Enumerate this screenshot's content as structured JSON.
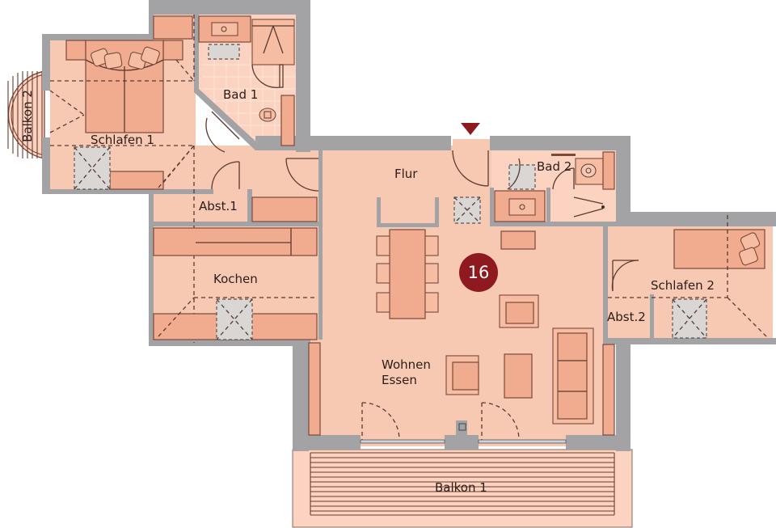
{
  "plan": {
    "unit_number": "16",
    "entrance_marker": "entrance-arrow",
    "colors": {
      "floor": "#f8c9b2",
      "wall": "#a3a3a5",
      "furniture": "#f1ab8f",
      "badge": "#8e1a1f",
      "shaft": "#d9d6d4"
    }
  },
  "rooms": {
    "schlafen1": "Schlafen 1",
    "bad1": "Bad 1",
    "balkon2": "Balkon 2",
    "abst1": "Abst.1",
    "flur": "Flur",
    "bad2": "Bad 2",
    "kochen": "Kochen",
    "schlafen2": "Schlafen 2",
    "abst2": "Abst.2",
    "wohnen": "Wohnen",
    "essen": "Essen",
    "balkon1": "Balkon 1"
  }
}
